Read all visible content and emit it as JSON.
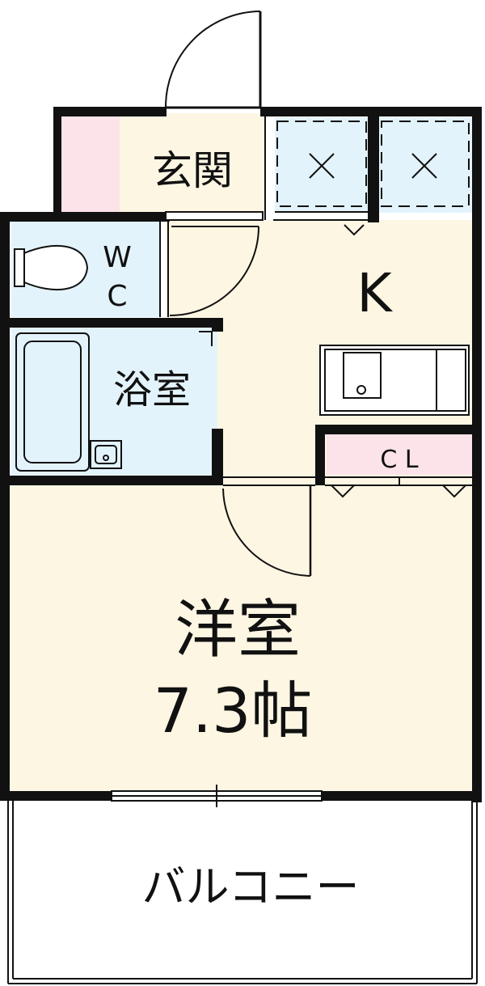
{
  "rooms": {
    "entrance": "玄関",
    "toilet_line1": "W",
    "toilet_line2": "C",
    "kitchen": "K",
    "bath": "浴室",
    "closet": "C L",
    "western_room": "洋室",
    "western_room_size": "7.3帖",
    "balcony": "バルコニー"
  },
  "colors": {
    "wall": "#111111",
    "room_floor": "#fdf6e3",
    "wet_area": "#e3f3fb",
    "accent_pink": "#fbe3e9",
    "balcony_floor": "#ffffff"
  }
}
